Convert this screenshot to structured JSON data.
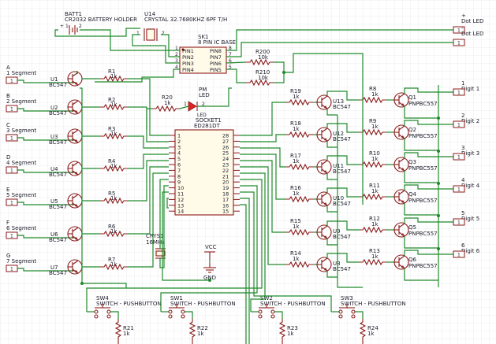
{
  "battery": {
    "ref": "BATT1",
    "value": "CR2032 BATTERY HOLDER",
    "pin_plus": "+",
    "pin1": "1",
    "pin2": "2"
  },
  "crystal32": {
    "ref": "U14",
    "value": "CRYSTAL 32.7680KHZ 6PF T/H",
    "pin1": "1",
    "pin2": "2"
  },
  "socket8": {
    "ref": "SK1",
    "value": "8 PIN IC BASE",
    "left_pins": [
      "PIN1",
      "PIN2",
      "PIN3",
      "PIN4"
    ],
    "left_nums": [
      "1",
      "2",
      "3",
      "4"
    ],
    "right_pins": [
      "PIN8",
      "PIN7",
      "PIN6",
      "PIN5"
    ],
    "right_nums": [
      "8",
      "7",
      "6",
      "5"
    ]
  },
  "r200": {
    "ref": "R200",
    "value": "10k"
  },
  "r210": {
    "ref": "R210",
    "value": "10k"
  },
  "pm_led": {
    "ref": "PM",
    "type": "LED",
    "sub": "LED",
    "pin1": "1",
    "pin2": "2"
  },
  "r20": {
    "ref": "R20",
    "value": "1k"
  },
  "socket28": {
    "ref": "SOCKET1",
    "value": "ED281DT",
    "left_nums": [
      "1",
      "2",
      "3",
      "4",
      "5",
      "6",
      "7",
      "8",
      "9",
      "10",
      "11",
      "12",
      "13",
      "14"
    ],
    "right_nums": [
      "28",
      "27",
      "26",
      "25",
      "24",
      "23",
      "22",
      "21",
      "20",
      "19",
      "18",
      "17",
      "16",
      "15"
    ]
  },
  "crys1": {
    "ref": "CRYS1",
    "value": "16MHz"
  },
  "power": {
    "vcc": "VCC",
    "gnd": "GND"
  },
  "segments": [
    {
      "letter": "A",
      "name": "1 Segment",
      "conn": "1",
      "q": "U1",
      "qtype": "BC547",
      "r": "R1",
      "rv": "1k"
    },
    {
      "letter": "B",
      "name": "2 Segment",
      "conn": "1",
      "q": "U2",
      "qtype": "BC547",
      "r": "R2",
      "rv": "1k"
    },
    {
      "letter": "C",
      "name": "3 Segment",
      "conn": "1",
      "q": "U3",
      "qtype": "BC547",
      "r": "R3",
      "rv": "1k"
    },
    {
      "letter": "D",
      "name": "4 Segment",
      "conn": "1",
      "q": "U4",
      "qtype": "BC547",
      "r": "R4",
      "rv": "1k"
    },
    {
      "letter": "E",
      "name": "5 Segment",
      "conn": "1",
      "q": "U5",
      "qtype": "BC547",
      "r": "R5",
      "rv": "1k"
    },
    {
      "letter": "F",
      "name": "6 Segment",
      "conn": "1",
      "q": "U6",
      "qtype": "BC547",
      "r": "R6",
      "rv": "1k"
    },
    {
      "letter": "G",
      "name": "7 Segment",
      "conn": "1",
      "q": "U7",
      "qtype": "BC547",
      "r": "R7",
      "rv": "1k"
    }
  ],
  "digits": [
    {
      "rb": "R19",
      "rbv": "1k",
      "u": "U13",
      "ut": "BC547",
      "rp": "R8",
      "rpv": "1k",
      "q": "Q1",
      "qt": "PNPBC557",
      "num": "1",
      "name": "Digit 1",
      "conn": "1"
    },
    {
      "rb": "R18",
      "rbv": "1k",
      "u": "U12",
      "ut": "BC547",
      "rp": "R9",
      "rpv": "1k",
      "q": "Q2",
      "qt": "PNPBC557",
      "num": "2",
      "name": "Digit 2",
      "conn": "1"
    },
    {
      "rb": "R17",
      "rbv": "1k",
      "u": "U11",
      "ut": "BC547",
      "rp": "R10",
      "rpv": "1k",
      "q": "Q3",
      "qt": "PNPBC557",
      "num": "3",
      "name": "Digit 3",
      "conn": "1"
    },
    {
      "rb": "R16",
      "rbv": "1k",
      "u": "U10",
      "ut": "BC547",
      "rp": "R11",
      "rpv": "1k",
      "q": "Q4",
      "qt": "PNPBC557",
      "num": "4",
      "name": "Digit 4",
      "conn": "1"
    },
    {
      "rb": "R15",
      "rbv": "1k",
      "u": "U9",
      "ut": "BC547",
      "rp": "R12",
      "rpv": "1k",
      "q": "Q5",
      "qt": "PNPBC557",
      "num": "5",
      "name": "Digit 5",
      "conn": "1"
    },
    {
      "rb": "R14",
      "rbv": "1k",
      "u": "U8",
      "ut": "BC547",
      "rp": "R13",
      "rpv": "1k",
      "q": "Q6",
      "qt": "PNPBC557",
      "num": "6",
      "name": "Digit 6",
      "conn": "1"
    }
  ],
  "dot_leds": [
    {
      "mark": "+",
      "name": "Dot LED",
      "conn": "1"
    },
    {
      "mark": "-",
      "name": "Dot LED",
      "conn": "1"
    }
  ],
  "switches": [
    {
      "ref": "SW4",
      "value": "SWITCH - PUSHBUTTON",
      "r": "R21",
      "rv": "1k"
    },
    {
      "ref": "SW1",
      "value": "SWITCH - PUSHBUTTON",
      "r": "R22",
      "rv": "1k"
    },
    {
      "ref": "SW2",
      "value": "SWITCH - PUSHBUTTON",
      "r": "R23",
      "rv": "1k"
    },
    {
      "ref": "SW3",
      "value": "SWITCH - PUSHBUTTON",
      "r": "R24",
      "rv": "1k"
    }
  ]
}
